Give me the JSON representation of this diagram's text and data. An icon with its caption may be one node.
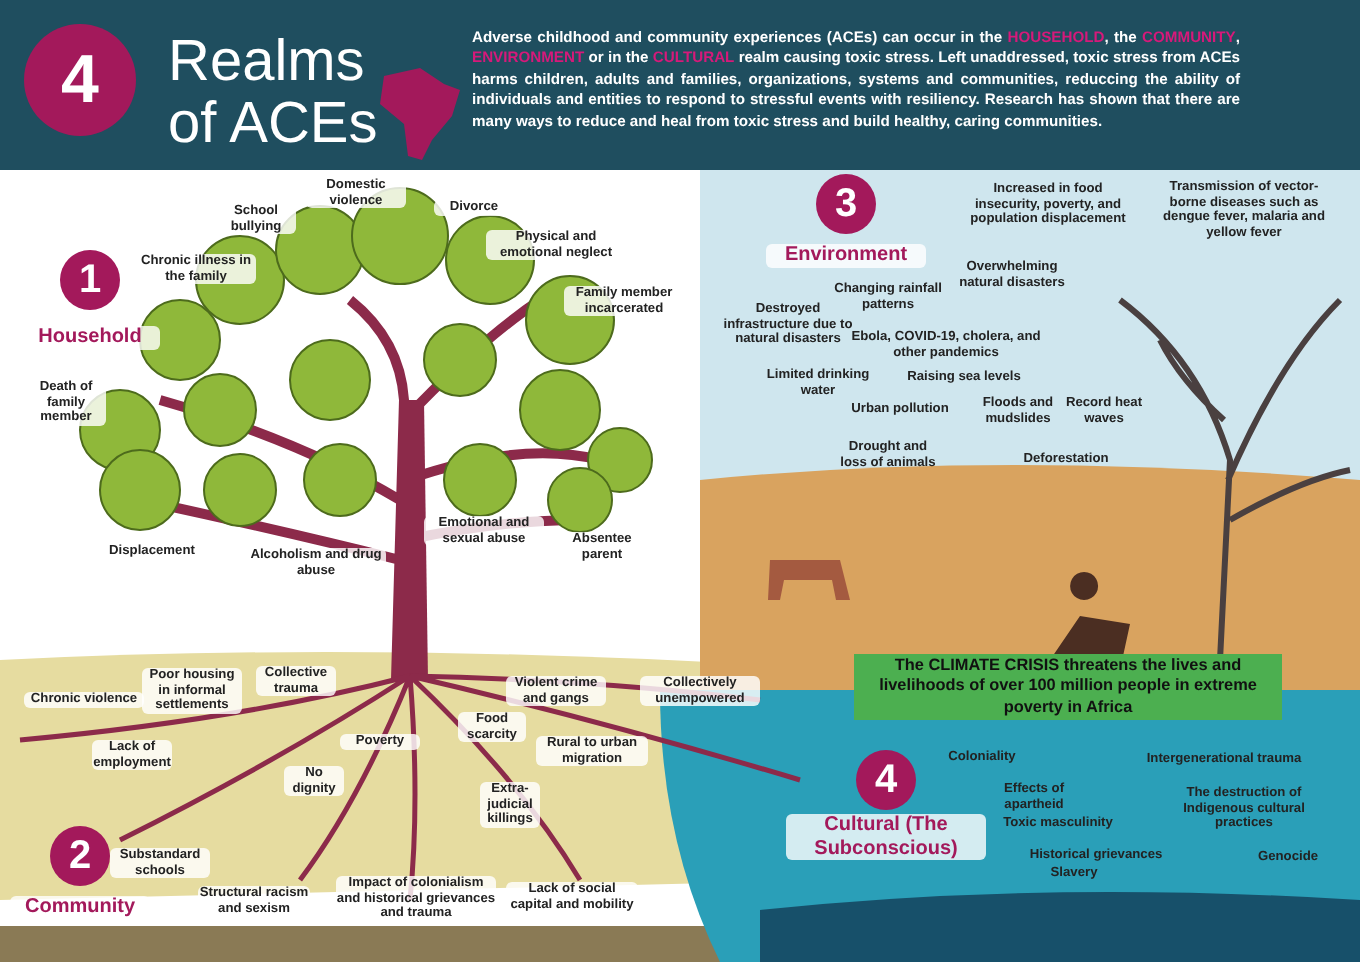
{
  "diagram": {
    "title": "Realms of ACEs",
    "nodes": [
      {
        "text": [
          "4"
        ]
      },
      {
        "text": [
          "1",
          "Household"
        ]
      },
      {
        "text": [
          "2",
          "Community"
        ]
      },
      {
        "text": [
          "3",
          "Environment"
        ]
      },
      {
        "text": [
          "4",
          "Cultural (The Subconscious)"
        ]
      },
      {
        "text": [
          "The CLIMATE CRISIS threatens the lives and livelihoods of over 100 million people in extreme poverty in Africa"
        ]
      }
    ],
    "labels": [
      "Adverse childhood and community experiences (ACEs) can occur in the **HOUSEHOLD**, the **COMMUNITY**, **ENVIRONMENT** or in the **CULTURAL** realm causing toxic stress. Left unaddressed, toxic stress from ACEs harms children, adults and families, organizations, systems and communities, reduccing the ability of individuals and entities to respond to stressful events with resiliency. Research has shown that there are many ways to reduce and heal from toxic stress and build healthy, caring communities.",
      "Domestic violence",
      "School bullying",
      "Divorce",
      "Chronic illness in the family",
      "Physical and emotional neglect",
      "Family member incarcerated",
      "Death of family member",
      "Displacement",
      "Alcoholism and drug abuse",
      "Emotional and sexual abuse",
      "Absentee parent",
      "Increased in food insecurity, poverty, and population displacement",
      "Transmission of vector-borne diseases such as dengue fever, malaria and yellow fever",
      "Overwhelming natural disasters",
      "Changing rainfall patterns",
      "Destroyed infrastructure due to natural disasters",
      "Ebola, COVID-19, cholera, and other pandemics",
      "Limited drinking water",
      "Raising sea levels",
      "Urban pollution",
      "Floods and mudslides",
      "Record heat waves",
      "Drought and loss of animals",
      "Deforestation",
      "Collective trauma",
      "Poor housing in informal settlements",
      "Chronic violence",
      "Violent crime and gangs",
      "Collectively unempowered",
      "Food scarcity",
      "Poverty",
      "Lack of employment",
      "Rural to urban migration",
      "No dignity",
      "Extra-judicial killings",
      "Substandard schools",
      "Structural racism and sexism",
      "Impact of colonialism and historical grievances and trauma",
      "Lack of social capital and mobility",
      "Coloniality",
      "Intergenerational trauma",
      "Effects of apartheid",
      "The destruction of Indigenous cultural practices",
      "Toxic masculinity",
      "Historical grievances",
      "Genocide",
      "Slavery"
    ]
  }
}
